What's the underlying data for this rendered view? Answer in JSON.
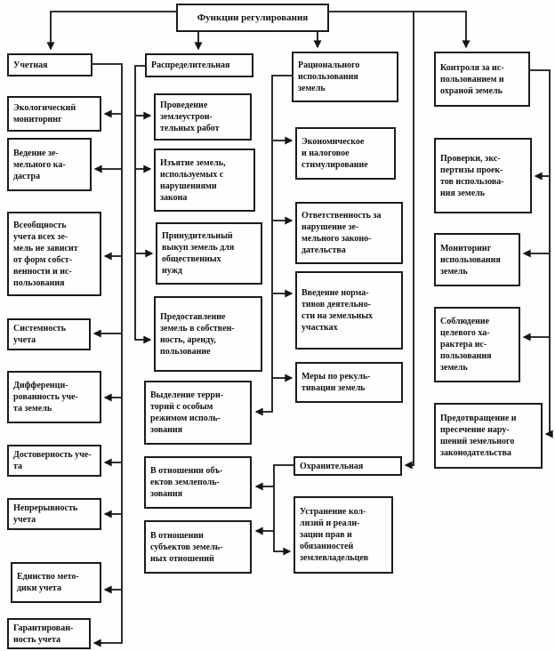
{
  "diagram": {
    "root": "Функции регулирования",
    "col_uchet": {
      "header": "Учетная",
      "items": [
        "Экологический\nмониторинг",
        "Ведение зе-\nмельного ка-\nдастра",
        "Всеобщность\nучета всех зе-\nмель не зависит\nот форм собст-\nвенности и ис-\nпользования",
        "Системность\nучета",
        "Дифференци-\nрованность уче-\nта земель",
        "Достоверность уче-\nта",
        "Непрерывность\nучета",
        "Единство мето-\nдики учета",
        "Гарантирован-\nность учета"
      ]
    },
    "col_raspred": {
      "header": "Распределительная",
      "items": [
        "Проведение\nземлеустрои-\nтельных работ",
        "Изъятие земель,\nиспользуемых с\nнарушениями\nзакона",
        "Принудительный\nвыкуп земель для\nобщественных\nнужд",
        "Предоставление\nземель в собствен-\nность, аренду,\nпользование",
        "Выделение терри-\nторий с особым\nрежимом исполь-\nзования",
        "В отношении объ-\nектов землеполь-\nзования",
        "В отношении\nсубъектов земель-\nных отношений"
      ]
    },
    "col_ratsio": {
      "header": "Рационального\nиспользования\nземель",
      "items": [
        "Экономическое\nи налоговое\nстимулирование",
        "Ответственность за\nнарушение зе-\nмельного законо-\nдательства",
        "Введение норма-\nтивов деятельно-\nсти на земельных\nучастках",
        "Меры по рекуль-\nтивации земель"
      ],
      "subheader": "Охранительная",
      "sub_items": [
        "Устранение кол-\nлизий и реали-\nзации прав и\nобязанностей\nземлевладельцев"
      ]
    },
    "col_kontrol": {
      "header": "Контроля за ис-\nпользованием и\nохраной земель",
      "items": [
        "Проверки, экс-\nпертизы проек-\nтов использова-\nния земель",
        "Мониторинг\nиспользования\nземель",
        "Соблюдение\nцелевого ха-\nрактера ис-\nпользования\nземель",
        "Предотвращение и\nпресечение нару-\nшений земельного\nзаконодательства"
      ]
    },
    "line_color": "#151515"
  }
}
